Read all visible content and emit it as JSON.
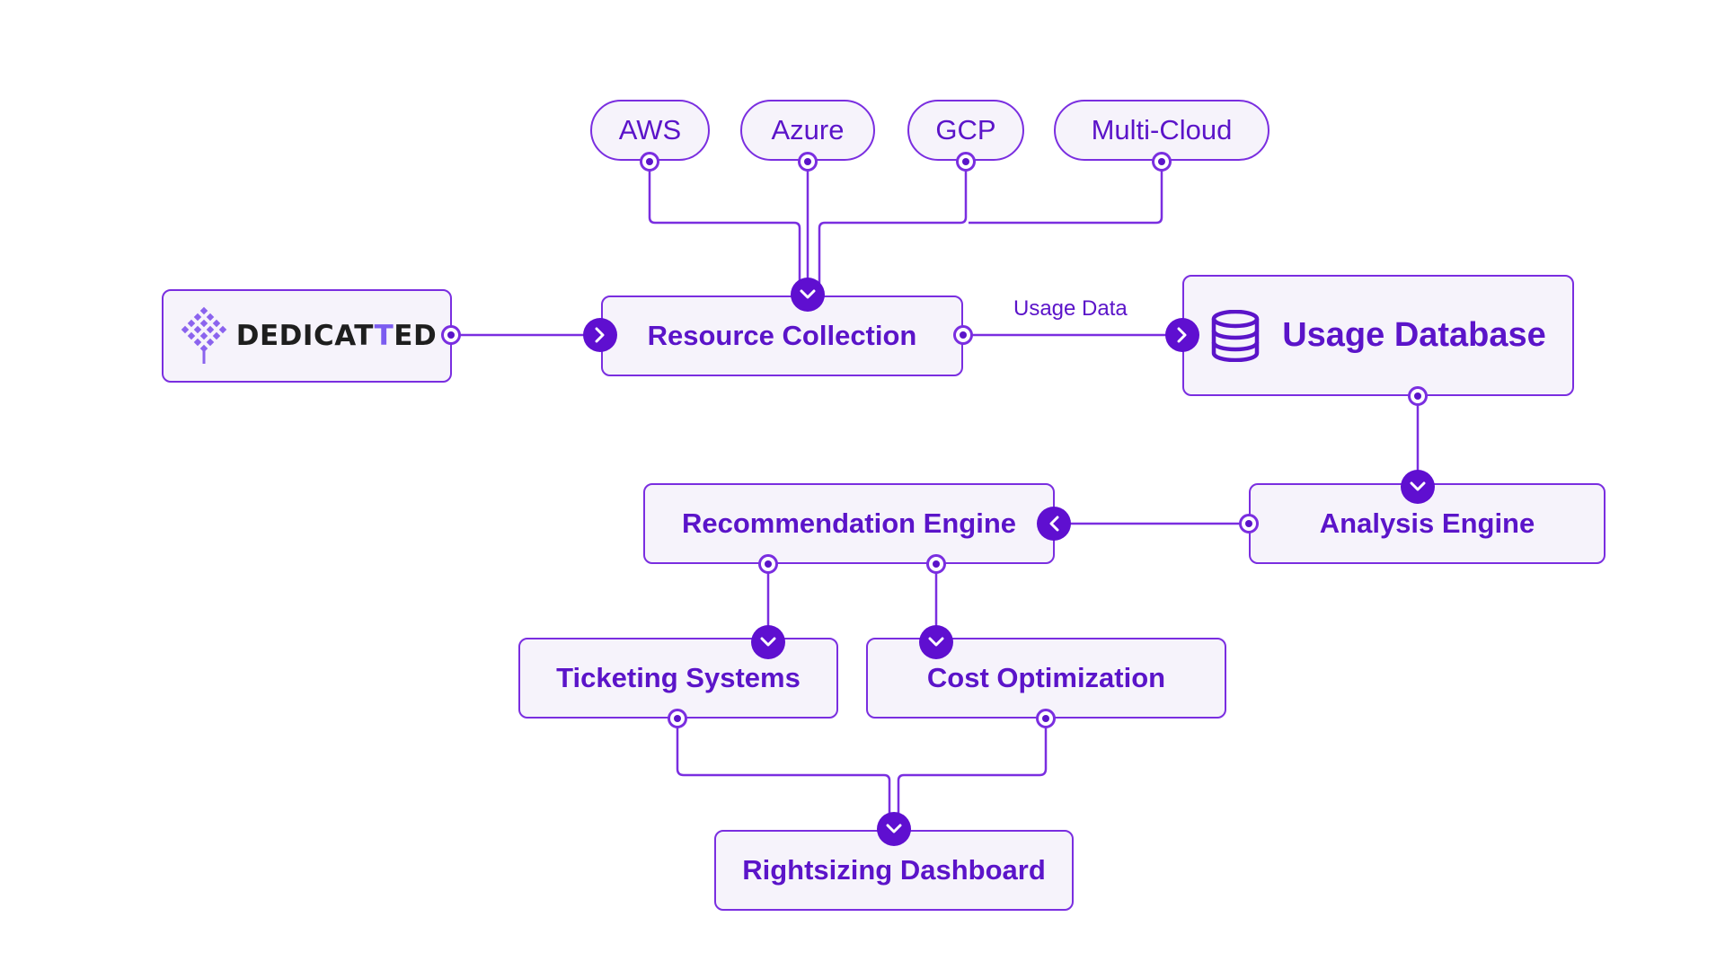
{
  "sources": [
    {
      "label": "AWS"
    },
    {
      "label": "Azure"
    },
    {
      "label": "GCP"
    },
    {
      "label": "Multi-Cloud"
    }
  ],
  "logo": {
    "text_before": "DEDICAT",
    "text_accent": "T",
    "text_after": "ED"
  },
  "nodes": {
    "resource_collection": "Resource Collection",
    "usage_database": "Usage Database",
    "analysis_engine": "Analysis Engine",
    "recommendation_engine": "Recommendation Engine",
    "ticketing_systems": "Ticketing Systems",
    "cost_optimization": "Cost Optimization",
    "rightsizing_dashboard": "Rightsizing Dashboard"
  },
  "edges": {
    "usage_data_label": "Usage Data"
  },
  "colors": {
    "accent": "#5b14c9",
    "border": "#7a2ee0",
    "node_fill": "#f6f3fb",
    "background": "#ffffff"
  }
}
